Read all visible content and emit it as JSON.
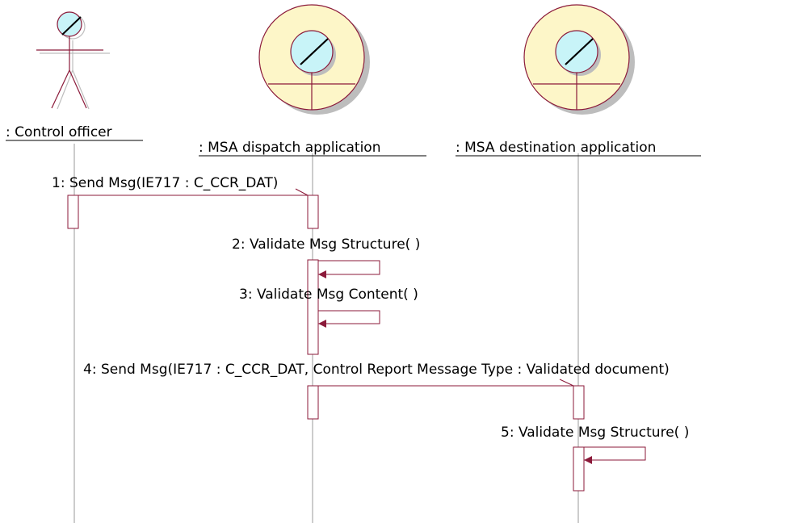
{
  "participants": {
    "actor": {
      "name": ": Control officer",
      "kind": "actor",
      "icon": "actor-stick-figure-icon"
    },
    "dispatch": {
      "name": ": MSA dispatch application",
      "kind": "control",
      "icon": "control-object-icon"
    },
    "destination": {
      "name": ": MSA destination application",
      "kind": "control",
      "icon": "control-object-icon"
    }
  },
  "messages": [
    {
      "label": "1: Send Msg(IE717 : C_CCR_DAT)",
      "from": "Control officer",
      "to": "MSA dispatch application"
    },
    {
      "label": "2: Validate Msg Structure( )",
      "from": "MSA dispatch application",
      "to": "MSA dispatch application"
    },
    {
      "label": "3: Validate Msg Content( )",
      "from": "MSA dispatch application",
      "to": "MSA dispatch application"
    },
    {
      "label": "4: Send Msg(IE717 : C_CCR_DAT, Control Report Message Type : Validated document)",
      "from": "MSA dispatch application",
      "to": "MSA destination application"
    },
    {
      "label": "5: Validate Msg Structure( )",
      "from": "MSA destination application",
      "to": "MSA destination application"
    }
  ],
  "colors": {
    "line": "#8b1a3a",
    "control_fill": "#fdf6c8",
    "head_fill": "#c8f4f8",
    "shadow": "#bdbdbd"
  }
}
